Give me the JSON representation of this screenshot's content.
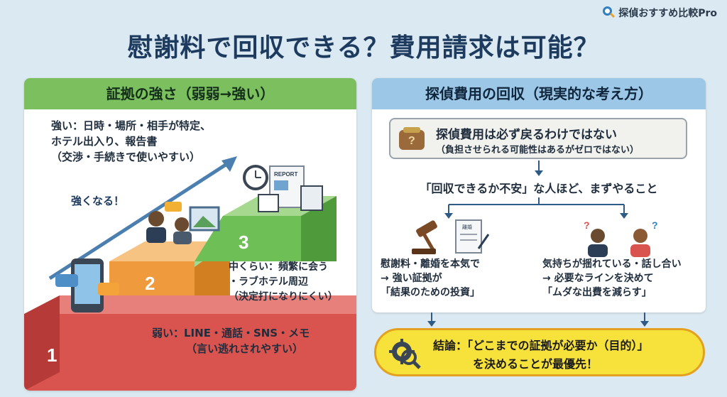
{
  "brand": {
    "name": "探偵おすすめ比較Pro"
  },
  "title": "慰謝料で回収できる？費用請求は可能？",
  "left_panel": {
    "header": "証拠の強さ（弱弱→強い）",
    "strong": [
      "強い：日時・場所・相手が特定、",
      "ホテル出入り、報告書",
      "（交渉・手続きで使いやすい）"
    ],
    "grow_label": "強くなる！",
    "middle": [
      "中くらい：頻繁に会う",
      "・ラブホテル周辺",
      "（決定打になりにくい）"
    ],
    "weak": [
      "弱い：LINE・通話・SNS・メモ",
      "（言い逃れされやすい）"
    ],
    "steps": [
      "1",
      "2",
      "3"
    ],
    "report_label": "REPORT",
    "step_colors": [
      "#d9534f",
      "#ef9a3c",
      "#6fbf57"
    ]
  },
  "right_panel": {
    "header": "探偵費用の回収（現実的な考え方）",
    "notice_line1": "探偵費用は必ず戻るわけではない",
    "notice_line2": "（負担させられる可能性はあるがゼロではない）",
    "worry": "「回収できるか不安」な人ほど、まずやること",
    "case_left": [
      "慰謝料・離婚を本気で",
      "→ 強い証拠が",
      "「結果のための投資」"
    ],
    "case_right": [
      "気持ちが揺れている・話し合い",
      "→ 必要なラインを決めて",
      "「ムダな出費を減らす」"
    ],
    "doc_label": "離婚"
  },
  "conclusion": {
    "line1": "結論：「どこまでの証拠が必要か（目的）」",
    "line2": "を決めることが最優先！"
  }
}
